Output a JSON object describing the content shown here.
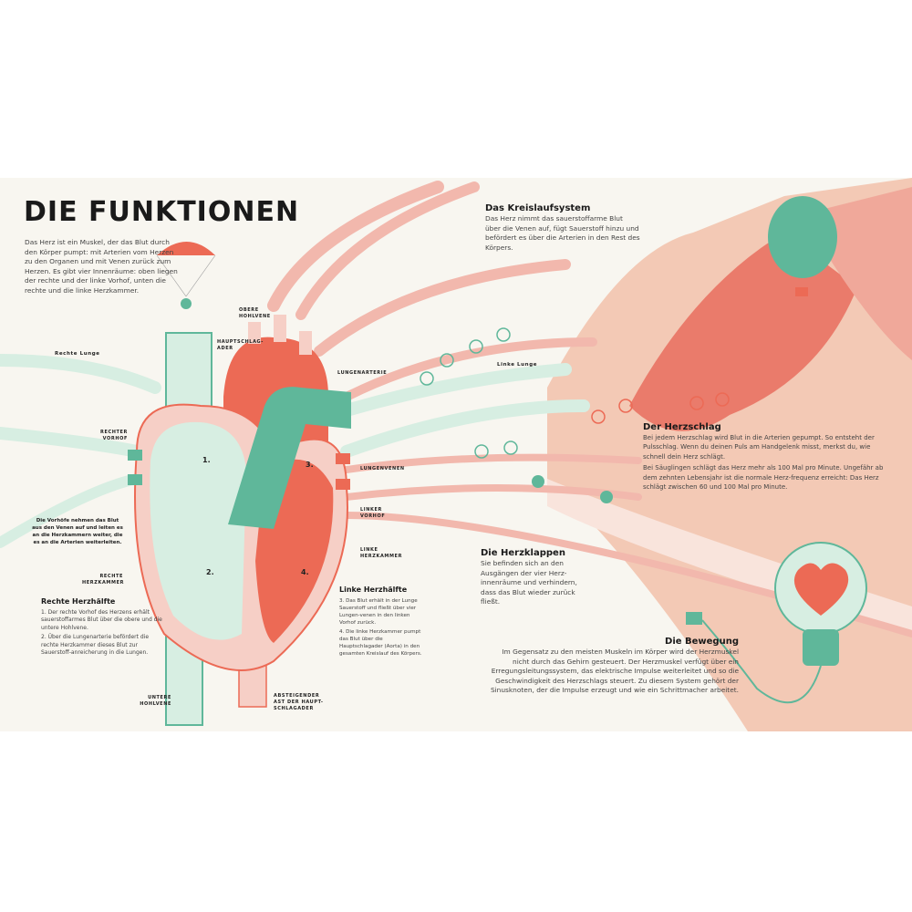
{
  "title": "DIE FUNKTIONEN",
  "intro": "Das Herz ist ein Muskel, der das Blut durch den Körper pumpt: mit Arterien vom Herzen zu den Organen und mit Venen zurück zum Herzen. Es gibt vier Innenräume: oben liegen der rechte und der linke Vorhof, unten die rechte und die linke Herzkammer.",
  "vorhoefe_note": "Die Vorhöfe nehmen das Blut aus den Venen auf und leiten es an die Herzkammern weiter, die es an die Arterien weiterleiten.",
  "rechte_haelfte": {
    "heading": "Rechte Herzhälfte",
    "p1": "1. Der rechte Vorhof des Herzens erhält sauerstoffarmes Blut über die obere und die untere Hohlvene.",
    "p2": "2. Über die Lungenarterie befördert die rechte Herzkammer dieses Blut zur Sauerstoff-anreicherung in die Lungen."
  },
  "linke_haelfte": {
    "heading": "Linke Herzhälfte",
    "p1": "3. Das Blut erhält in der Lunge Sauerstoff und fließt über vier Lungen-venen in den linken Vorhof zurück.",
    "p2": "4. Die linke Herzkammer pumpt das Blut über die Hauptschlagader (Aorta) in den gesamten Kreislauf des Körpers."
  },
  "kreislauf": {
    "heading": "Das Kreislaufsystem",
    "text": "Das Herz nimmt das sauerstoffarme Blut über die Venen auf, fügt Sauerstoff hinzu und befördert es über die Arterien in den Rest des Körpers."
  },
  "herzschlag": {
    "heading": "Der Herzschlag",
    "p1": "Bei jedem Herzschlag wird Blut in die Arterien gepumpt. So entsteht der Pulsschlag. Wenn du deinen Puls am Handgelenk misst, merkst du, wie schnell dein Herz schlägt.",
    "p2": "Bei Säuglingen schlägt das Herz mehr als 100 Mal pro Minute. Ungefähr ab dem zehnten Lebensjahr ist die normale Herz-frequenz erreicht: Das Herz schlägt zwischen 60 und 100 Mal pro Minute."
  },
  "herzklappen": {
    "heading": "Die Herzklappen",
    "text": "Sie befinden sich an den Ausgängen der vier Herz-innenräume und verhindern, dass das Blut wieder zurück fließt."
  },
  "bewegung": {
    "heading": "Die Bewegung",
    "text": "Im Gegensatz zu den meisten Muskeln im Körper wird der Herzmuskel nicht durch das Gehirn gesteuert. Der Herzmuskel verfügt über ein Erregungsleitungssystem, das elektrische Impulse weiterleitet und so die Geschwindigkeit des Herzschlags steuert. Zu diesem System gehört der Sinusknoten, der die Impulse erzeugt und wie ein Schrittmacher arbeitet."
  },
  "labels": {
    "obere_hohlvene": "Obere Hohlvene",
    "hauptschlagader": "Hauptschlag-ader",
    "lungenarterie": "Lungenarterie",
    "rechter_vorhof": "Rechter Vorhof",
    "lungenvenen": "Lungenvenen",
    "linker_vorhof": "Linker Vorhof",
    "linke_herzkammer": "Linke Herzkammer",
    "rechte_herzkammer": "Rechte Herzkammer",
    "untere_hohlvene": "Untere Hohlvene",
    "absteigender_ast": "Absteigender Ast der Haupt-schlagader",
    "rechte_lunge": "Rechte Lunge",
    "linke_lunge": "Linke Lunge"
  },
  "numbers": [
    "1.",
    "2.",
    "3.",
    "4."
  ],
  "colors": {
    "paper": "#f8f6f0",
    "red": "#ec6a55",
    "green": "#5fb79a",
    "pink": "#f6cfc6",
    "mint": "#d7eee2"
  }
}
